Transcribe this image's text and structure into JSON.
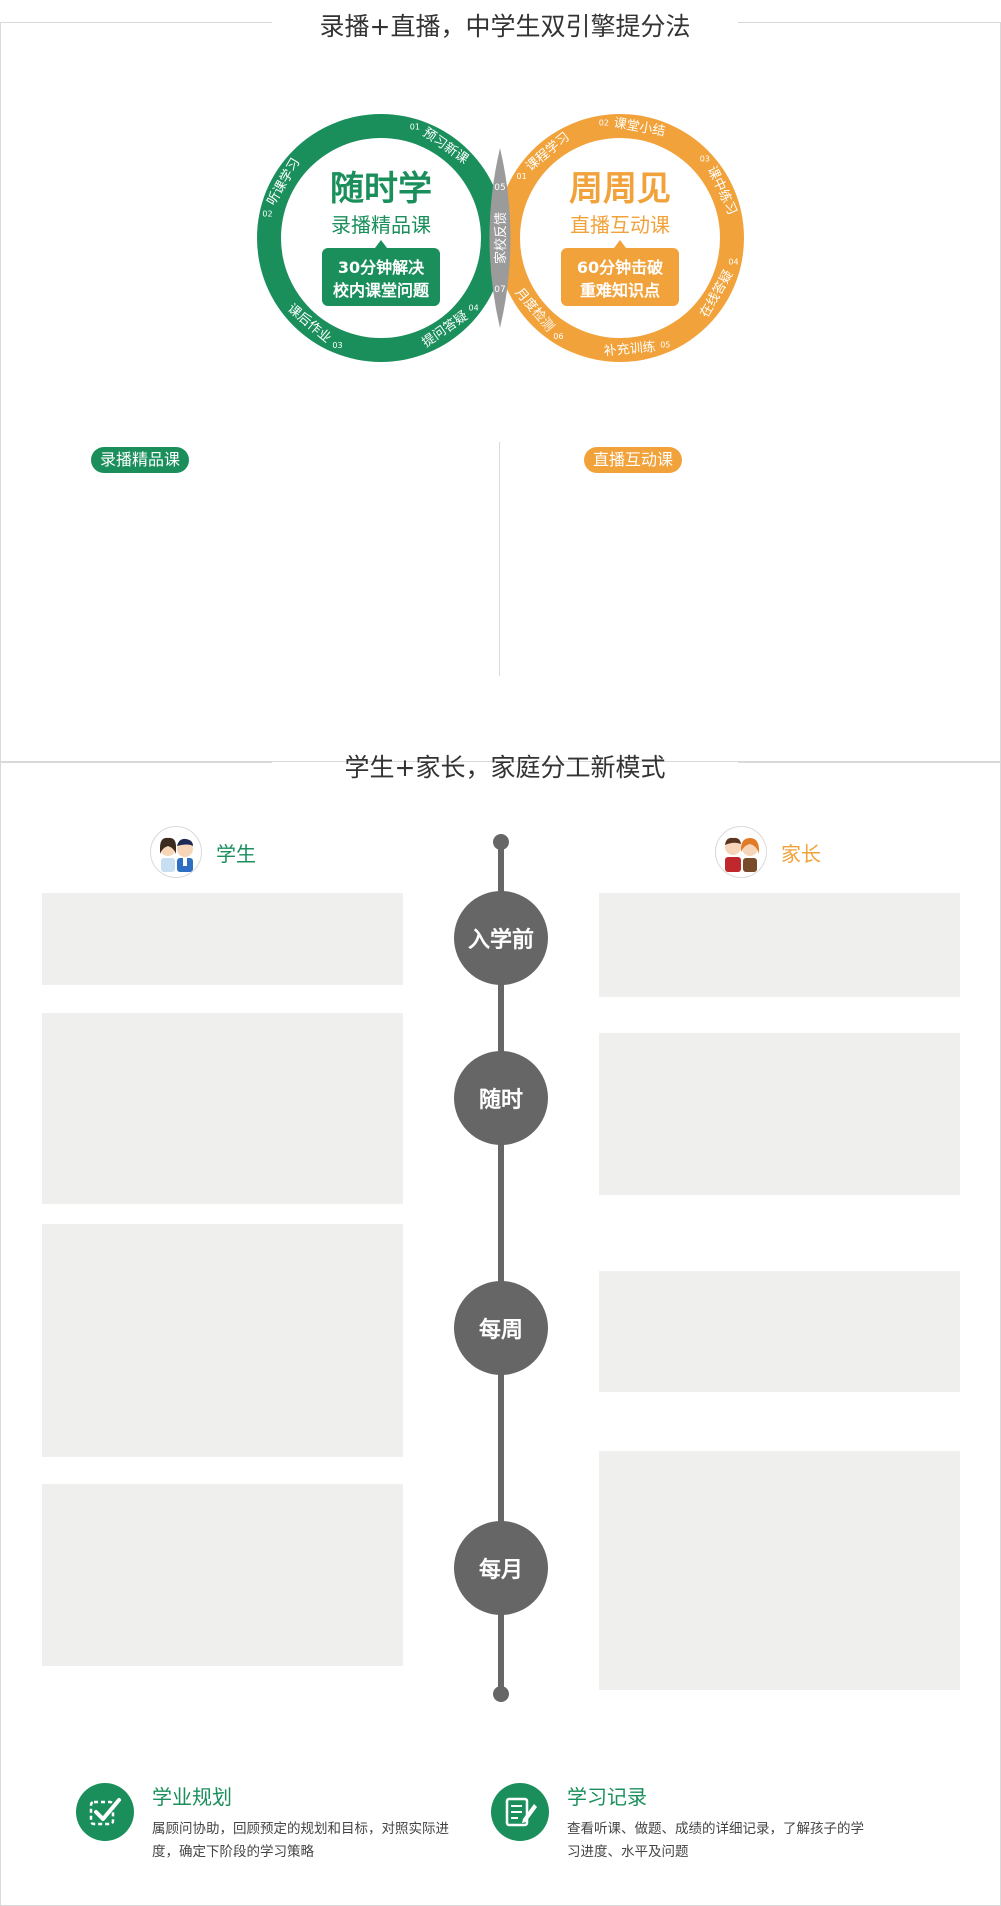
{
  "section1": {
    "title": "录播+直播，中学生双引擎提分法",
    "left_ring": {
      "title": "随时学",
      "subtitle": "录播精品课",
      "badge_line1": "30分钟解决",
      "badge_line2": "校内课堂问题",
      "color": "#1a8f5c",
      "steps": [
        {
          "num": "01",
          "label": "预习新课"
        },
        {
          "num": "02",
          "label": "听课学习"
        },
        {
          "num": "03",
          "label": "课后作业"
        },
        {
          "num": "04",
          "label": "提问答疑"
        }
      ]
    },
    "right_ring": {
      "title": "周周见",
      "subtitle": "直播互动课",
      "badge_line1": "60分钟击破",
      "badge_line2": "重难知识点",
      "color": "#f2a23a",
      "steps": [
        {
          "num": "01",
          "label": "课程学习"
        },
        {
          "num": "02",
          "label": "课堂小结"
        },
        {
          "num": "03",
          "label": "课中练习"
        },
        {
          "num": "04",
          "label": "在线答疑"
        },
        {
          "num": "05",
          "label": "补充训练"
        },
        {
          "num": "06",
          "label": "月度检测"
        }
      ]
    },
    "overlap": {
      "label": "家校反馈",
      "num_top": "05",
      "num_bottom": "07",
      "color": "#9b9b9b"
    },
    "left_tag": "录播精品课",
    "right_tag": "直播互动课"
  },
  "section2": {
    "title": "学生+家长，家庭分工新模式",
    "student_label": "学生",
    "parent_label": "家长",
    "timeline": [
      "入学前",
      "随时",
      "每周",
      "每月"
    ]
  },
  "features": [
    {
      "title": "学业规划",
      "desc": "属顾问协助，回顾预定的规划和目标，对照实际进度，确定下阶段的学习策略",
      "icon": "check-icon"
    },
    {
      "title": "学习记录",
      "desc": "查看听课、做题、成绩的详细记录，了解孩子的学习进度、水平及问题",
      "icon": "notepad-pen-icon"
    }
  ]
}
